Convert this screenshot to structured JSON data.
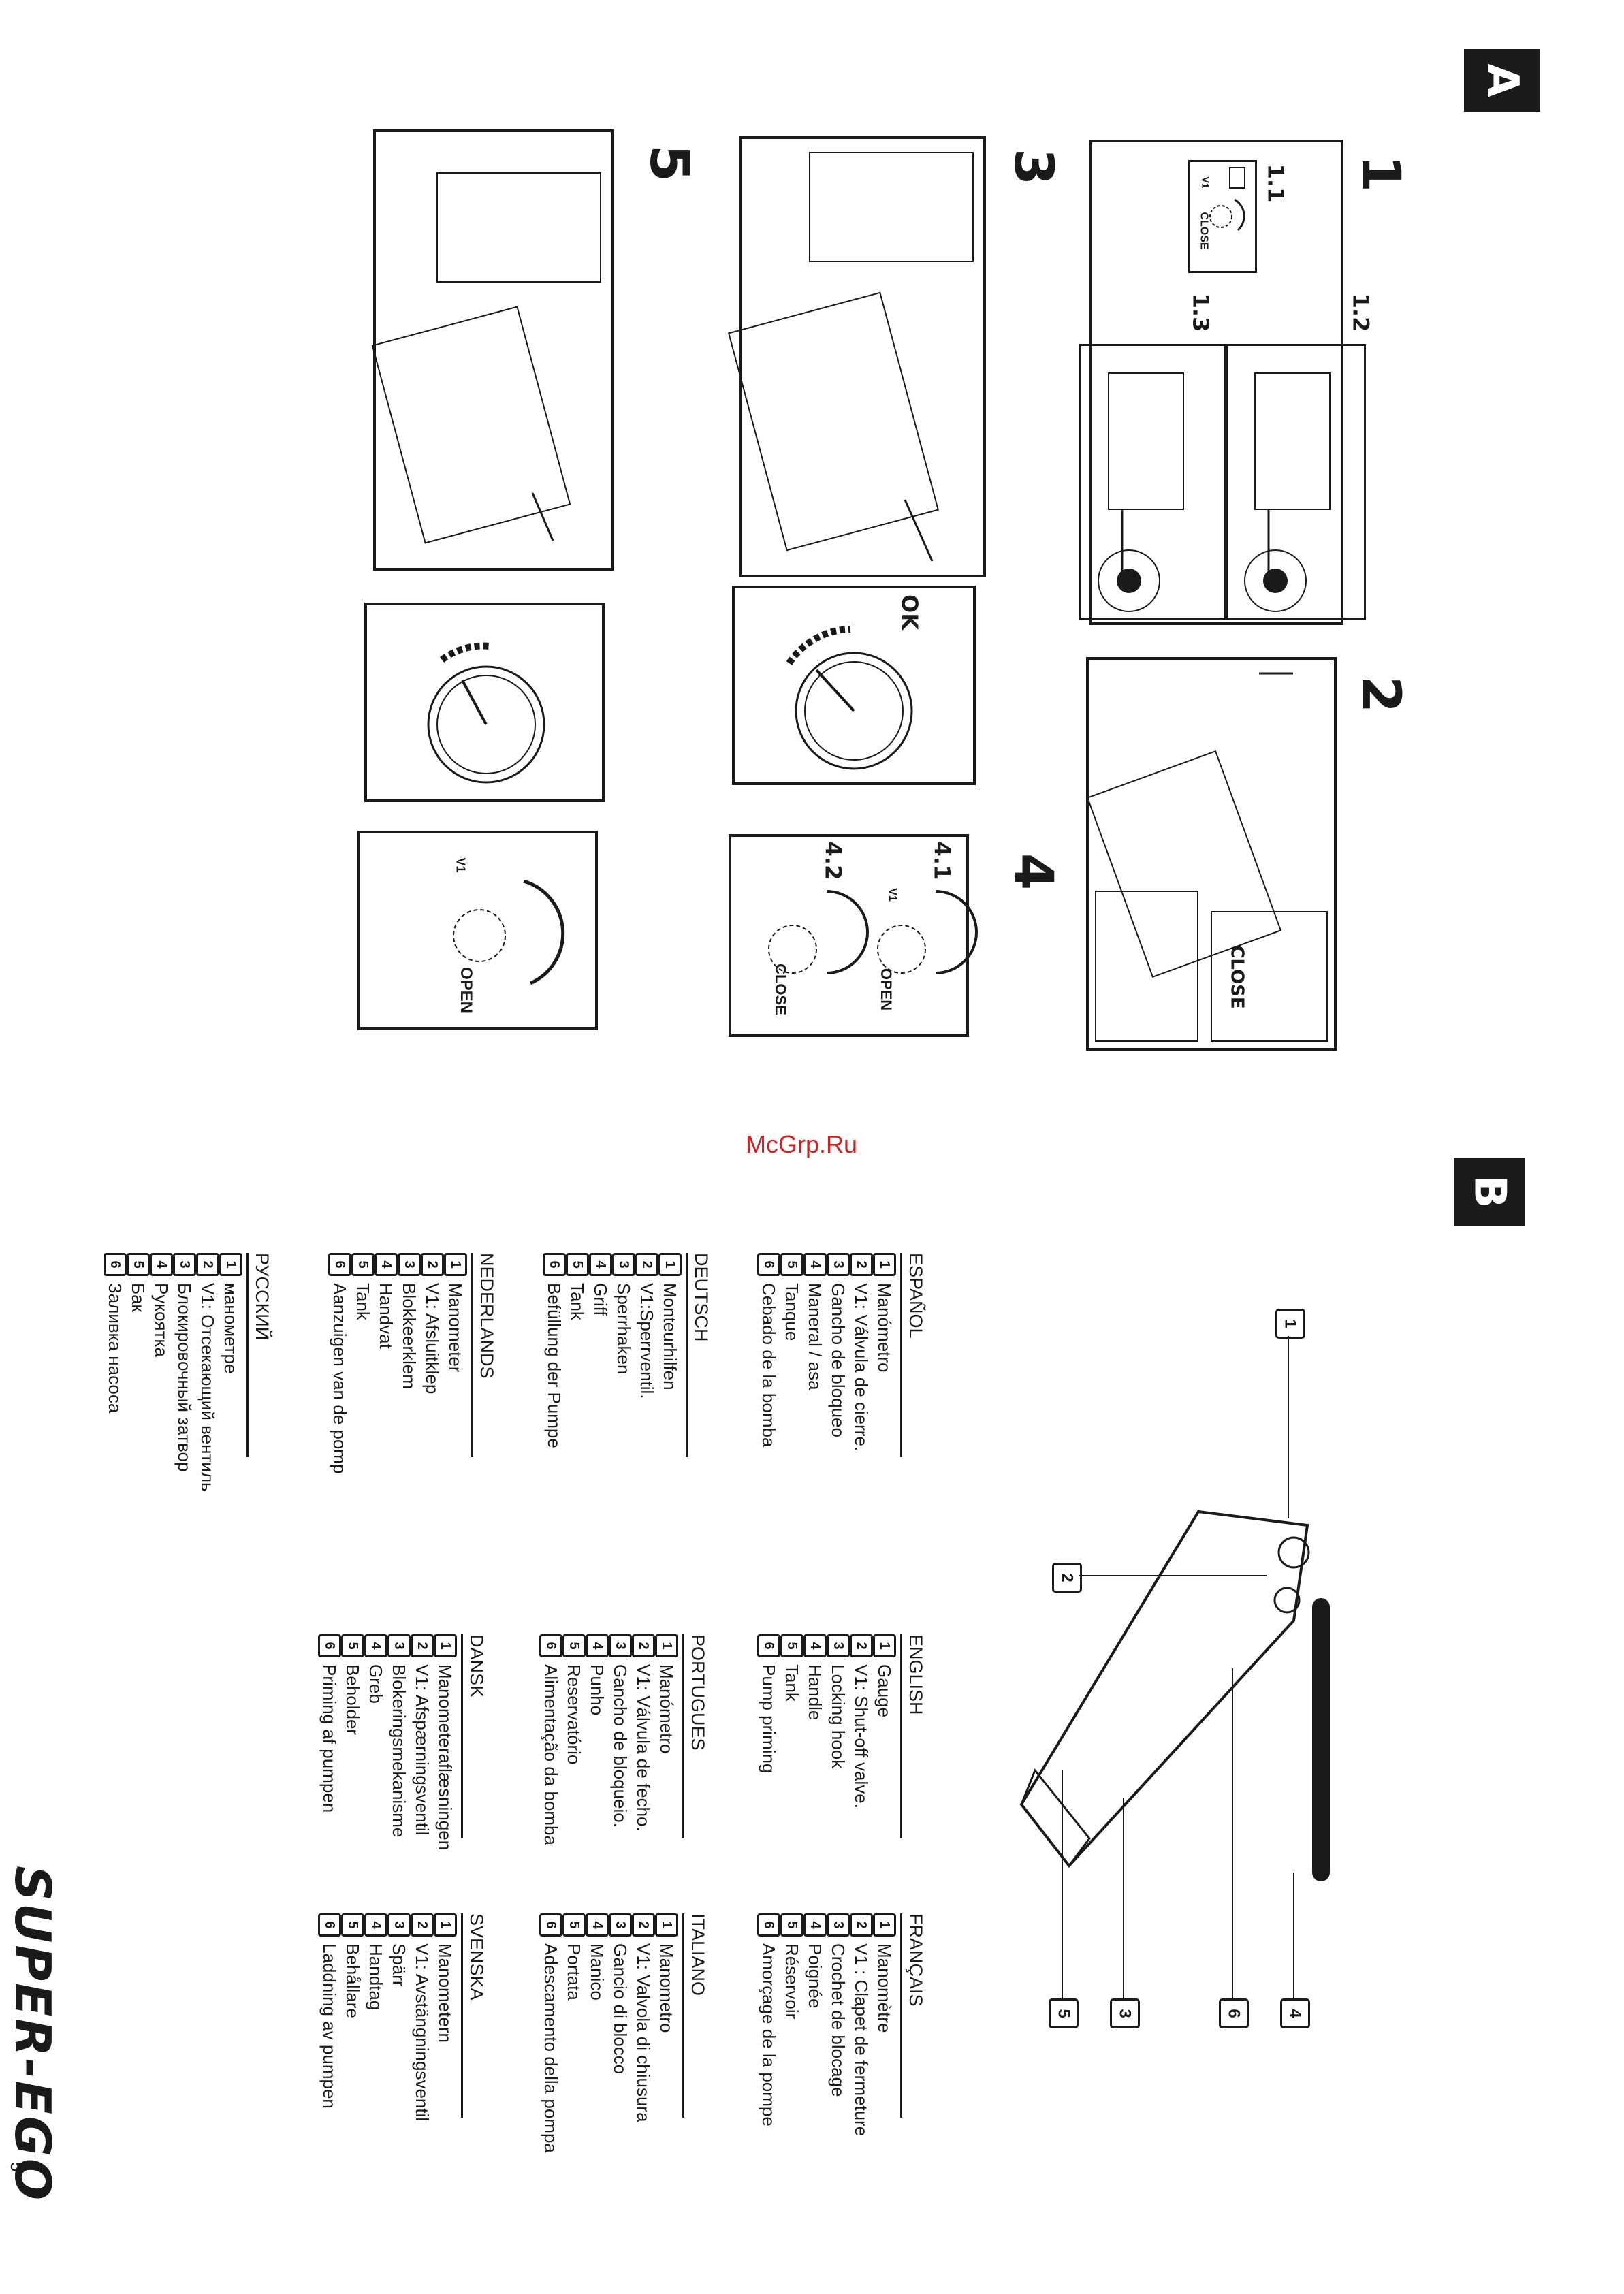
{
  "section_a": {
    "label": "A",
    "steps": [
      {
        "number": "1",
        "subs": [
          "1.1",
          "1.2",
          "1.3"
        ],
        "close_text": "CLOSE",
        "valve": "V1"
      },
      {
        "number": "2",
        "close_text": "CLOSE"
      },
      {
        "number": "3",
        "ok_text": "OK"
      },
      {
        "number": "4",
        "subs": [
          "4.1",
          "4.2"
        ],
        "open_text": "OPEN",
        "close_text": "CLOSE",
        "valve": "V1"
      },
      {
        "number": "5",
        "open_text": "OPEN",
        "valve": "V1"
      }
    ]
  },
  "section_b": {
    "label": "B",
    "callouts": [
      "1",
      "2",
      "3",
      "4",
      "5",
      "6"
    ]
  },
  "watermark": "McGrp.Ru",
  "brand": "SUPER-EGO",
  "page_number": "5",
  "legends": {
    "english": {
      "title": "ENGLISH",
      "items": [
        "Gauge",
        "V1: Shut-off valve.",
        "Locking hook",
        "Handle",
        "Tank",
        "Pump priming"
      ]
    },
    "francais": {
      "title": "FRANÇAIS",
      "items": [
        "Manomètre",
        "V1 : Clapet de fermeture",
        "Crochet de blocage",
        "Poignée",
        "Réservoir",
        "Amorçage de la pompe"
      ]
    },
    "espanol": {
      "title": "ESPAÑOL",
      "items": [
        "Manómetro",
        "V1: Válvula de cierre.",
        "Gancho de bloqueo",
        "Maneral / asa",
        "Tanque",
        "Cebado de la bomba"
      ]
    },
    "portugues": {
      "title": "PORTUGUES",
      "items": [
        "Manómetro",
        "V1: Válvula de fecho.",
        "Gancho de bloqueio.",
        "Punho",
        "Reservatório",
        "Alimentação da bomba"
      ]
    },
    "italiano": {
      "title": "ITALIANO",
      "items": [
        "Manometro",
        "V1: Valvola di chiusura",
        "Gancio di blocco",
        "Manico",
        "Portata",
        "Adescamento della pompa"
      ]
    },
    "deutsch": {
      "title": "DEUTSCH",
      "items": [
        "Monteurhilfen",
        "V1:Sperrventil.",
        "Sperrhaken",
        "Griff",
        "Tank",
        "Befüllung der Pumpe"
      ]
    },
    "dansk": {
      "title": "DANSK",
      "items": [
        "Manometeraflæsningen",
        "V1: Afspærningsventil",
        "Blokeringsmekanisme",
        "Greb",
        "Beholder",
        "Priming af pumpen"
      ]
    },
    "svenska": {
      "title": "SVENSKA",
      "items": [
        "Manometern",
        "V1: Avstängningsventil",
        "Spärr",
        "Handtag",
        "Behållare",
        "Laddning av pumpen"
      ]
    },
    "nederlands": {
      "title": "NEDERLANDS",
      "items": [
        "Manometer",
        "V1: Afsluitklep",
        "Blokkeerklem",
        "Handvat",
        "Tank",
        "Aanzuigen van de pomp"
      ]
    },
    "russkiy": {
      "title": "РУССКИЙ",
      "items": [
        "манометре",
        "V1: Отсекающий вентиль",
        "Блокировочный затвор",
        "Рукоятка",
        "Бак",
        "Заливка насоса"
      ]
    }
  }
}
